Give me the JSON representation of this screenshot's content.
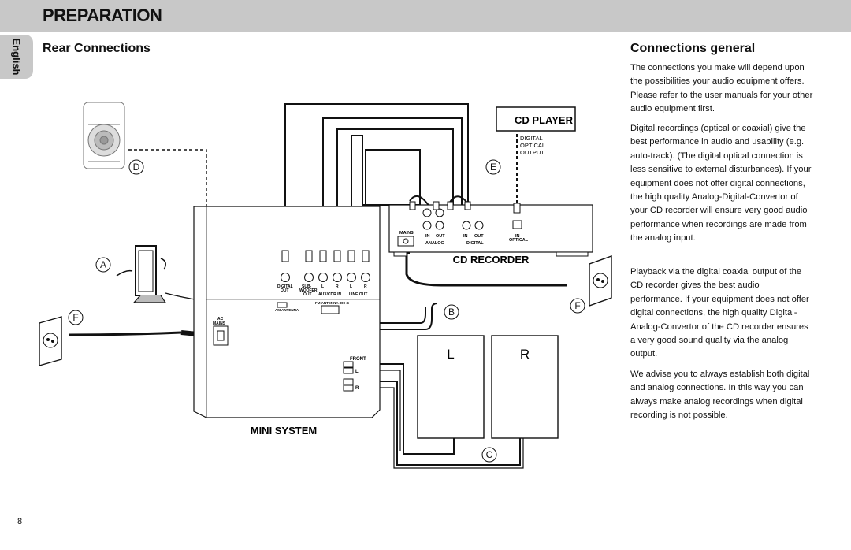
{
  "header": {
    "title": "PREPARATION",
    "language_tab": "English"
  },
  "left_section": {
    "title": "Rear Connections"
  },
  "right_section": {
    "title": "Connections general",
    "paragraphs": [
      "The connections you make will depend upon the possibilities your audio equipment offers. Please refer to the user manuals for your other audio equipment first.",
      "Digital recordings (optical or coaxial) give the best  performance in audio and usability (e.g. auto-track). (The digital optical connection is less sensitive to external disturbances). If your equipment does not offer digital connections, the high quality Analog-Digital-Convertor of your CD recorder will ensure very good audio performance when recordings are made from the analog input.",
      "Playback via the digital coaxial output of the CD recorder gives the best audio performance.  If your equipment does not offer digital connections, the high quality Digital-Analog-Convertor of the CD recorder ensures a very good sound quality via the analog output.",
      "We advise you to always establish both digital and analog connections. In this way you can always make analog recordings when digital recording is not possible."
    ]
  },
  "diagram": {
    "labels": {
      "cd_player": "CD PLAYER",
      "cd_recorder": "CD RECORDER",
      "mini_system": "MINI SYSTEM",
      "digital": "DIGITAL",
      "optical": "OPTICAL",
      "output": "OUTPUT",
      "mains": "MAINS",
      "in1": "IN",
      "out1": "OUT",
      "in2": "IN",
      "out2": "OUT",
      "in3": "IN",
      "analog": "ANALOG",
      "digital_small": "DIGITAL",
      "optical_small": "OPTICAL",
      "digital_out": "DIGITAL",
      "digital_out2": "OUT",
      "sub": "SUB-",
      "woofer": "WOOFER",
      "woofer_out": "OUT",
      "aux_cdr_in": "AUX/CDR IN",
      "line_out": "LINE OUT",
      "jack_l1": "L",
      "jack_r1": "R",
      "jack_l2": "L",
      "jack_r2": "R",
      "fm_antenna": "FM ANTENNA 300 Ω",
      "am_antenna": "AM ANTENNA",
      "ac": "AC",
      "ac_mains": "MAINS",
      "front": "FRONT",
      "front_l": "L",
      "front_r": "R",
      "speaker_l": "L",
      "speaker_r": "R"
    },
    "callouts": {
      "a": "A",
      "b": "B",
      "c": "C",
      "d": "D",
      "e": "E",
      "f1": "F",
      "f2": "F"
    }
  },
  "page_number": "8"
}
